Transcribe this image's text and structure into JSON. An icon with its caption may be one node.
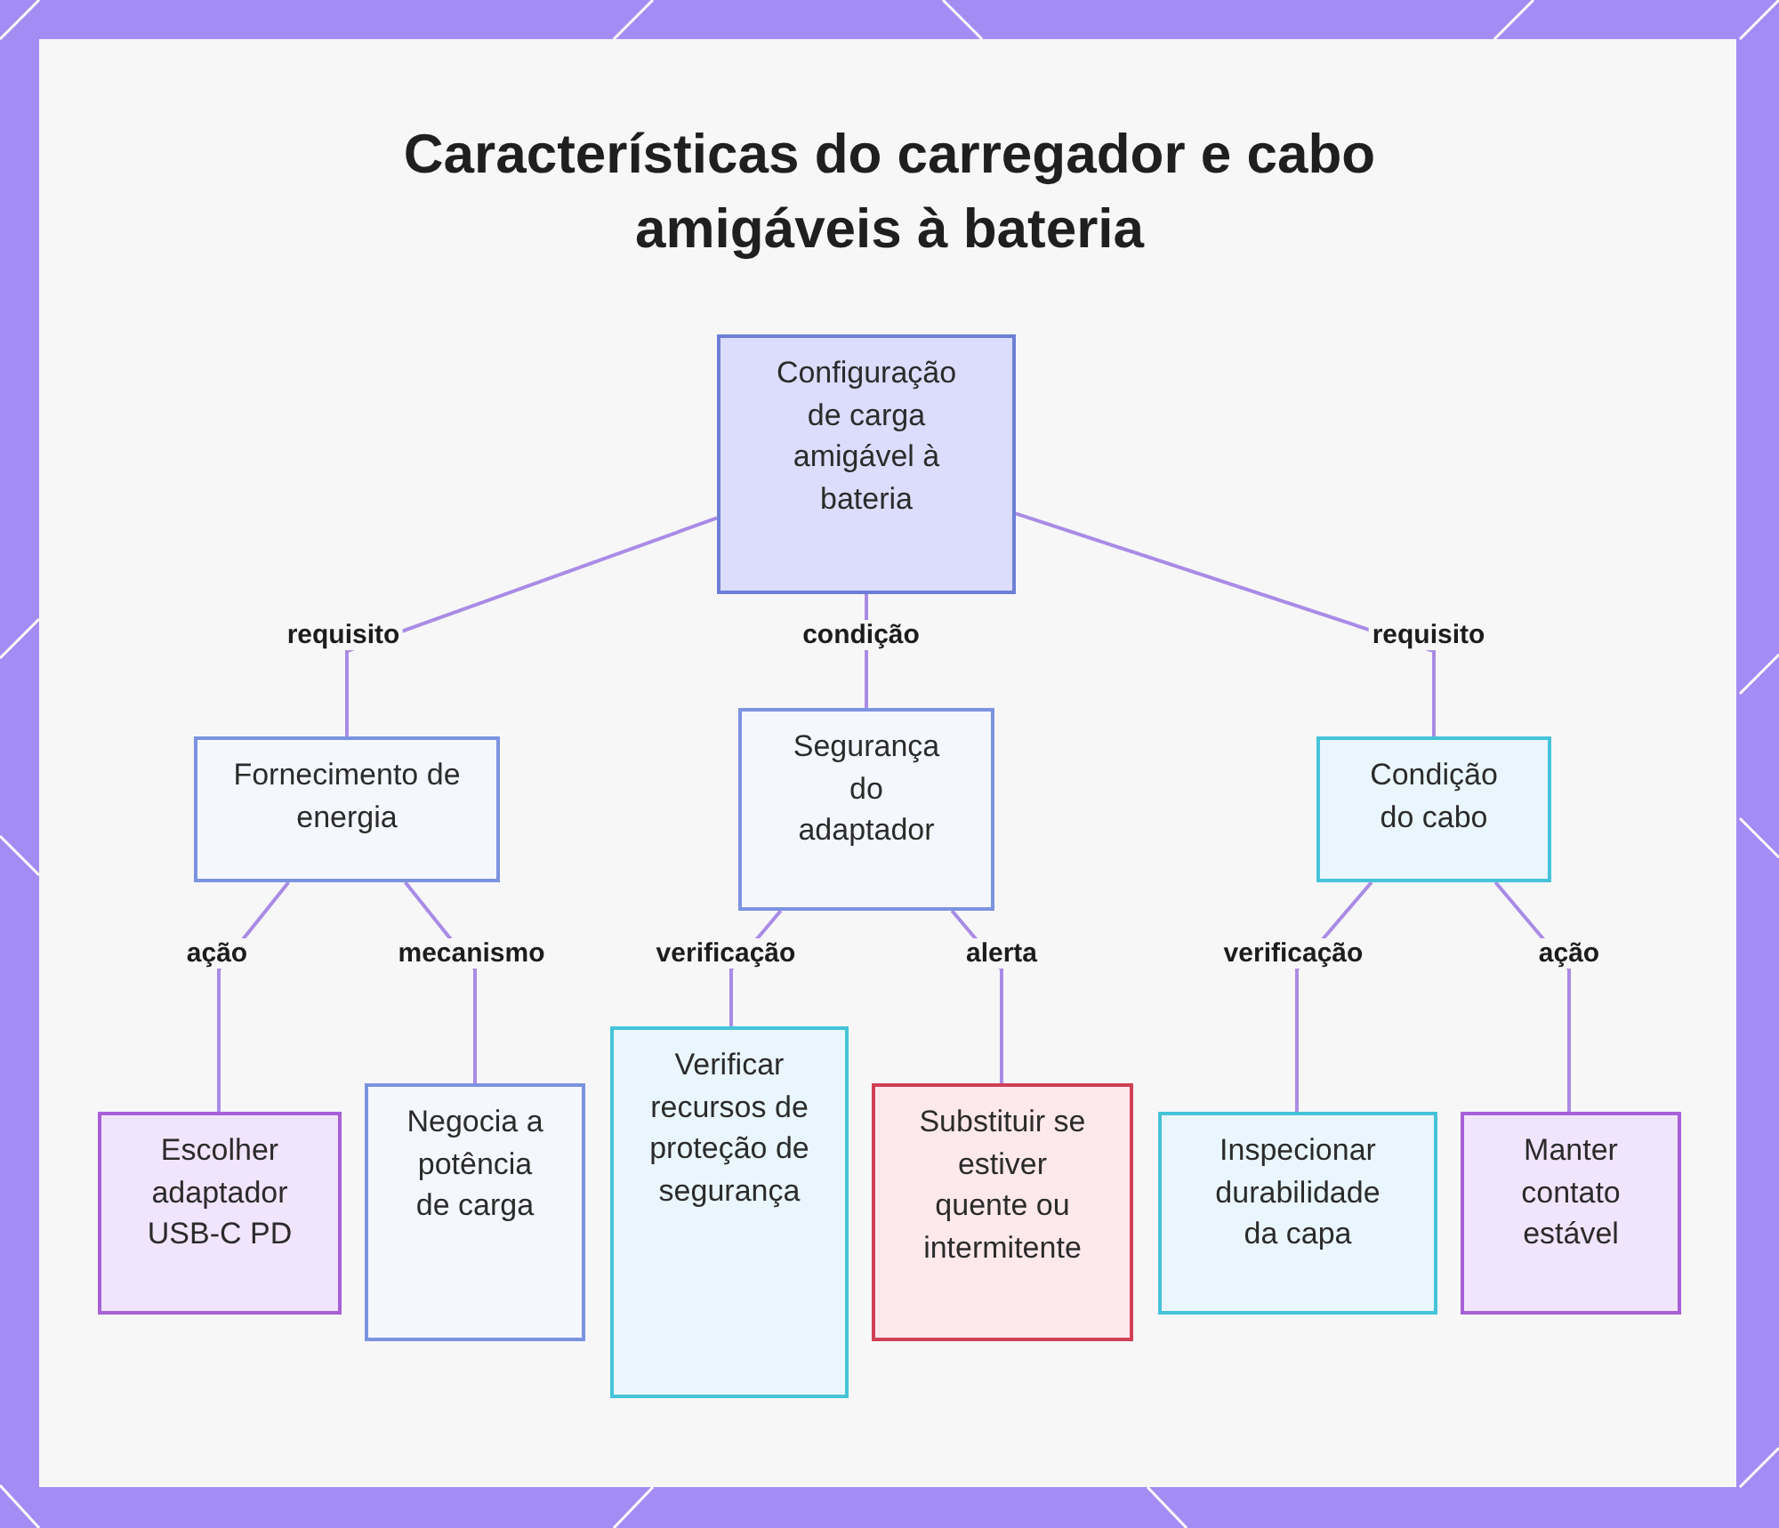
{
  "diagram": {
    "title": "Características do carregador e cabo amigáveis à bateria",
    "nodes": [
      {
        "text": [
          "Configuração de carga amigável à bateria"
        ]
      },
      {
        "text": [
          "Fornecimento de energia"
        ]
      },
      {
        "text": [
          "Segurança do adaptador"
        ]
      },
      {
        "text": [
          "Condição do cabo"
        ]
      },
      {
        "text": [
          "Escolher adaptador USB-C PD"
        ]
      },
      {
        "text": [
          "Negocia a potência de carga"
        ]
      },
      {
        "text": [
          "Verificar recursos de proteção de segurança"
        ]
      },
      {
        "text": [
          "Substituir se estiver quente ou intermitente"
        ]
      },
      {
        "text": [
          "Inspecionar durabilidade da capa"
        ]
      },
      {
        "text": [
          "Manter contato estável"
        ]
      }
    ],
    "edges": [
      {
        "from": 0,
        "to": 1,
        "arrow": "none",
        "label": "requisito"
      },
      {
        "from": 0,
        "to": 2,
        "arrow": "none",
        "label": "condição"
      },
      {
        "from": 0,
        "to": 3,
        "arrow": "none",
        "label": "requisito"
      },
      {
        "from": 1,
        "to": 4,
        "arrow": "none",
        "label": "ação"
      },
      {
        "from": 1,
        "to": 5,
        "arrow": "none",
        "label": "mecanismo"
      },
      {
        "from": 2,
        "to": 6,
        "arrow": "none",
        "label": "verificação"
      },
      {
        "from": 2,
        "to": 7,
        "arrow": "none",
        "label": "alerta"
      },
      {
        "from": 3,
        "to": 8,
        "arrow": "none",
        "label": "verificação"
      },
      {
        "from": 3,
        "to": 9,
        "arrow": "none",
        "label": "ação"
      }
    ]
  }
}
